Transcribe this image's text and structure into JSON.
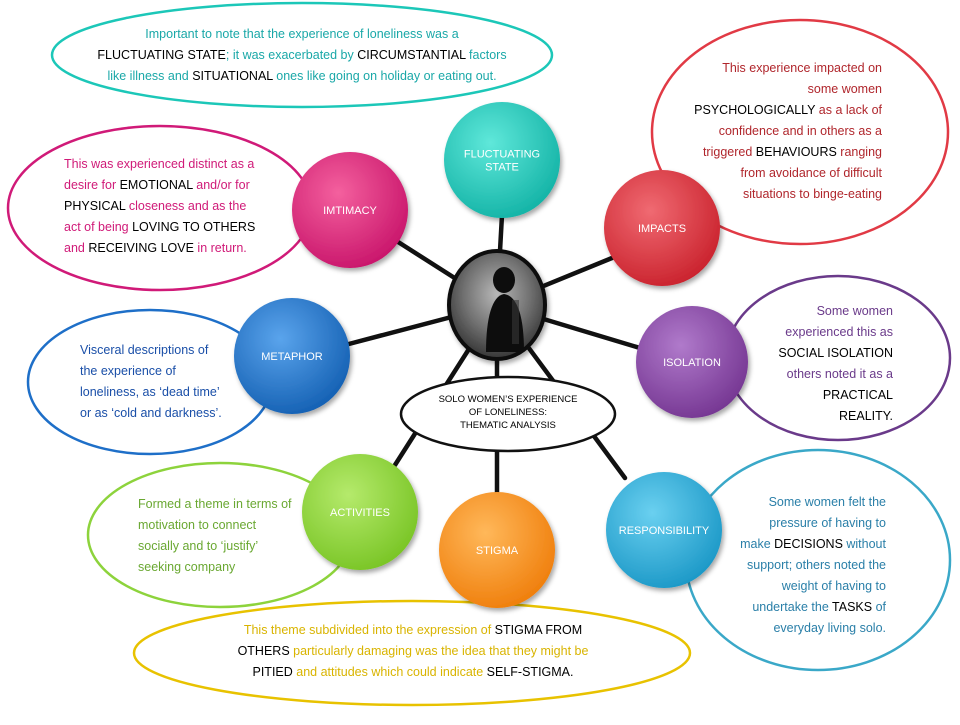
{
  "center": {
    "lines": [
      "SOLO WOMEN’S EXPERIENCE",
      "OF LONELINESS:",
      "THEMATIC ANALYSIS"
    ],
    "photo_icon": "person-silhouette-icon"
  },
  "themes": [
    {
      "id": "fluctuating",
      "lines": [
        "FLUCTUATING",
        "STATE"
      ],
      "color": "#1cc7b8"
    },
    {
      "id": "impacts",
      "lines": [
        "IMPACTS"
      ],
      "color": "#e13a45"
    },
    {
      "id": "isolation",
      "lines": [
        "ISOLATION"
      ],
      "color": "#8b4aa8"
    },
    {
      "id": "responsibility",
      "lines": [
        "RESPONSIBILITY"
      ],
      "color": "#2aaed8"
    },
    {
      "id": "stigma",
      "lines": [
        "STIGMA"
      ],
      "color": "#f7931e"
    },
    {
      "id": "activities",
      "lines": [
        "ACTIVITIES"
      ],
      "color": "#8dd33c"
    },
    {
      "id": "metaphor",
      "lines": [
        "METAPHOR"
      ],
      "color": "#1e73c8"
    },
    {
      "id": "intimacy",
      "lines": [
        "IMTIMACY"
      ],
      "color": "#e31d79"
    }
  ],
  "notes": {
    "fluctuating": {
      "color": "#1aa8a8",
      "lines": [
        [
          {
            "t": "Important to note that the experience of loneliness was a"
          }
        ],
        [
          {
            "t": "FLUCTUATING STATE",
            "k": true
          },
          {
            "t": "; it was exacerbated by "
          },
          {
            "t": "CIRCUMSTANTIAL",
            "k": true
          },
          {
            "t": " factors"
          }
        ],
        [
          {
            "t": "like illness and "
          },
          {
            "t": "SITUATIONAL",
            "k": true
          },
          {
            "t": " ones like going on holiday or eating out."
          }
        ]
      ]
    },
    "impacts": {
      "color": "#b0262c",
      "lines": [
        [
          {
            "t": "This experience impacted on"
          }
        ],
        [
          {
            "t": "some women"
          }
        ],
        [
          {
            "t": "PSYCHOLOGICALLY",
            "k": true
          },
          {
            "t": " as a lack of"
          }
        ],
        [
          {
            "t": "confidence and in others as a"
          }
        ],
        [
          {
            "t": "triggered "
          },
          {
            "t": "BEHAVIOURS",
            "k": true
          },
          {
            "t": " ranging"
          }
        ],
        [
          {
            "t": "from avoidance of difficult"
          }
        ],
        [
          {
            "t": "situations to binge-eating"
          }
        ]
      ]
    },
    "isolation": {
      "color": "#6a3a8a",
      "lines": [
        [
          {
            "t": "Some women"
          }
        ],
        [
          {
            "t": "experienced this as"
          }
        ],
        [
          {
            "t": "SOCIAL ISOLATION",
            "k": true
          }
        ],
        [
          {
            "t": "others noted it as a"
          }
        ],
        [
          {
            "t": "PRACTICAL",
            "k": true
          }
        ],
        [
          {
            "t": "REALITY.",
            "k": true
          }
        ]
      ]
    },
    "responsibility": {
      "color": "#2a7fa8",
      "lines": [
        [
          {
            "t": "Some women felt the"
          }
        ],
        [
          {
            "t": "pressure of having to"
          }
        ],
        [
          {
            "t": "make "
          },
          {
            "t": "DECISIONS",
            "k": true
          },
          {
            "t": " without"
          }
        ],
        [
          {
            "t": "support; others noted the"
          }
        ],
        [
          {
            "t": "weight of having to"
          }
        ],
        [
          {
            "t": "undertake the "
          },
          {
            "t": "TASKS",
            "k": true
          },
          {
            "t": " of"
          }
        ],
        [
          {
            "t": "everyday living solo."
          }
        ]
      ]
    },
    "stigma": {
      "color": "#d9b400",
      "lines": [
        [
          {
            "t": "This theme subdivided into the expression of "
          },
          {
            "t": "STIGMA FROM",
            "k": true
          }
        ],
        [
          {
            "t": "OTHERS",
            "k": true
          },
          {
            "t": " particularly damaging was the idea that they might be"
          }
        ],
        [
          {
            "t": "PITIED",
            "k": true
          },
          {
            "t": " and attitudes which could indicate "
          },
          {
            "t": "SELF-STIGMA.",
            "k": true
          }
        ]
      ]
    },
    "activities": {
      "color": "#6aa832",
      "lines": [
        [
          {
            "t": "Formed a theme in terms of"
          }
        ],
        [
          {
            "t": "motivation to connect"
          }
        ],
        [
          {
            "t": "socially and to ‘justify’"
          }
        ],
        [
          {
            "t": "seeking company"
          }
        ]
      ]
    },
    "metaphor": {
      "color": "#1a4fa8",
      "lines": [
        [
          {
            "t": "Visceral descriptions of"
          }
        ],
        [
          {
            "t": "the experience of"
          }
        ],
        [
          {
            "t": "loneliness, as ‘dead time’"
          }
        ],
        [
          {
            "t": "or as ‘cold and darkness’."
          }
        ]
      ]
    },
    "intimacy": {
      "color": "#d01a78",
      "lines": [
        [
          {
            "t": "This was experienced distinct as a"
          }
        ],
        [
          {
            "t": "desire for "
          },
          {
            "t": "EMOTIONAL",
            "k": true
          },
          {
            "t": " and/or for"
          }
        ],
        [
          {
            "t": "PHYSICAL",
            "k": true
          },
          {
            "t": " closeness and as the"
          }
        ],
        [
          {
            "t": "act of being "
          },
          {
            "t": "LOVING TO OTHERS",
            "k": true
          }
        ],
        [
          {
            "t": "and "
          },
          {
            "t": "RECEIVING LOVE",
            "k": true
          },
          {
            "t": " in return."
          }
        ]
      ]
    }
  }
}
